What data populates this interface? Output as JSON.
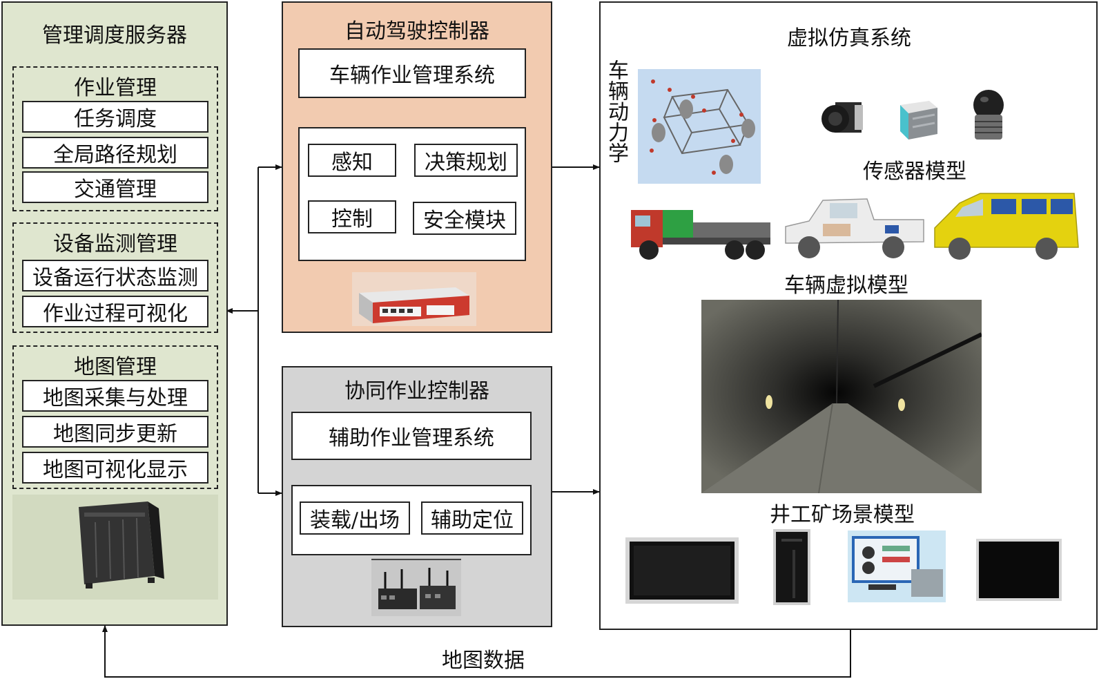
{
  "server": {
    "title": "管理调度服务器",
    "groups": [
      {
        "title": "作业管理",
        "items": [
          "任务调度",
          "全局路径规划",
          "交通管理"
        ]
      },
      {
        "title": "设备监测管理",
        "items": [
          "设备运行状态监测",
          "作业过程可视化"
        ]
      },
      {
        "title": "地图管理",
        "items": [
          "地图采集与处理",
          "地图同步更新",
          "地图可视化显示"
        ]
      }
    ],
    "icon": "tower-server-icon"
  },
  "adc": {
    "title": "自动驾驶控制器",
    "system": "车辆作业管理系统",
    "modules": [
      "感知",
      "决策规划",
      "控制",
      "安全模块"
    ],
    "icon": "industrial-pc-icon"
  },
  "coop": {
    "title": "协同作业控制器",
    "system": "辅助作业管理系统",
    "modules": [
      "装载/出场",
      "辅助定位"
    ],
    "icon": "router-box-icon"
  },
  "sim": {
    "title": "虚拟仿真系统",
    "dynamics_label": "车辆动力学",
    "sensor_label": "传感器模型",
    "vehicle_label": "车辆虚拟模型",
    "scene_label": "井工矿场景模型",
    "icons": [
      "chassis-dynamics-icon",
      "camera-icon",
      "lidar-icon",
      "dome-sensor-icon",
      "truck-icon",
      "pickup-icon",
      "van-icon",
      "tunnel-scene-image",
      "monitor-icon",
      "pc-tower-icon",
      "workstation-icon",
      "display-icon"
    ]
  },
  "link_label": "地图数据",
  "colors": {
    "server_bg": "#dfe6cf",
    "adc_bg": "#f2cbb0",
    "coop_bg": "#d4d4d4",
    "sim_bg": "#ffffff"
  }
}
